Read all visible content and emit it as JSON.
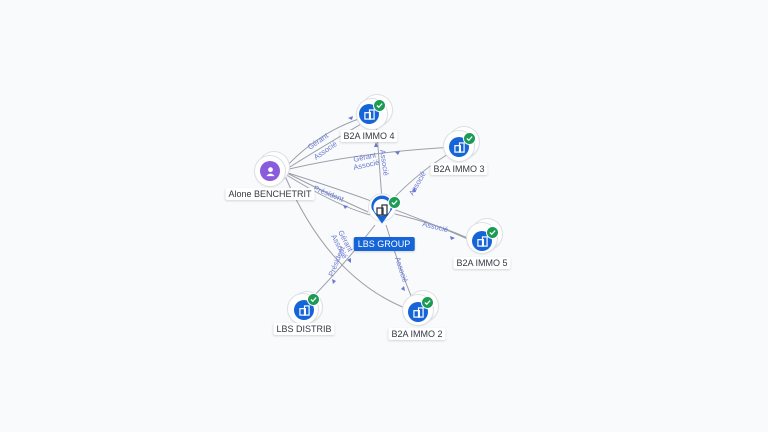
{
  "nodes": {
    "alone": {
      "label": "Alone BENCHETRIT"
    },
    "lbs_group": {
      "label": "LBS GROUP"
    },
    "b2a4": {
      "label": "B2A IMMO 4"
    },
    "b2a3": {
      "label": "B2A IMMO 3"
    },
    "b2a5": {
      "label": "B2A IMMO 5"
    },
    "b2a2": {
      "label": "B2A IMMO 2"
    },
    "lbs_distrib": {
      "label": "LBS DISTRIB"
    }
  },
  "edges": {
    "alone_b2a4_gerant": "Gérant",
    "alone_b2a4_associe": "Associé",
    "alone_b2a3_gerant": "Gérant",
    "alone_b2a3_associe": "Associé",
    "alone_lbs_president": "Président",
    "alone_b2a2_gerant": "Gérant",
    "alone_b2a2_associe": "Associé",
    "lbs_b2a4_associe": "Associé",
    "lbs_b2a3_associe": "Associé",
    "lbs_b2a5_associe": "Associé",
    "lbs_b2a2_associe": "Associé",
    "lbs_distrib_president": "Président"
  },
  "colors": {
    "company": "#1565d8",
    "person": "#8a5cdb",
    "verified": "#1d9b55",
    "edge_label": "#6a78d1"
  },
  "icons": {
    "company": "building-icon",
    "person": "user-icon",
    "verified": "check-icon"
  }
}
